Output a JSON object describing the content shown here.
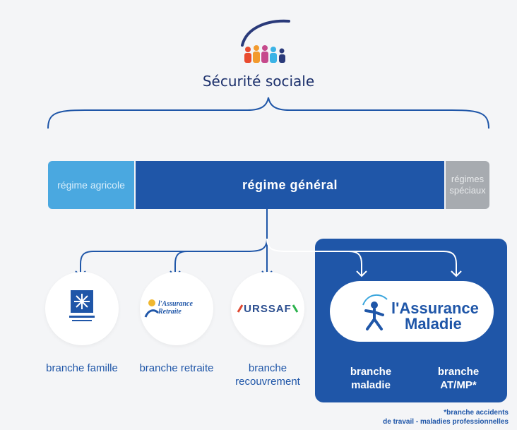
{
  "header": {
    "title": "Sécurité sociale"
  },
  "regimes": {
    "agricole": "régime agricole",
    "general": "régime général",
    "speciaux": "régimes spéciaux"
  },
  "branches": {
    "famille": "branche famille",
    "retraite": "branche retraite",
    "recouvrement": "branche recouvrement",
    "maladie": "branche maladie",
    "atmp": "branche AT/MP*"
  },
  "logos": {
    "caf": "caf-logo",
    "retraite_text": "l'Assurance Retraite",
    "urssaf_text": "URSSAF",
    "maladie_text_1": "l'Assurance",
    "maladie_text_2": "Maladie"
  },
  "footnote": {
    "line1": "*branche accidents",
    "line2": "de travail - maladies professionnelles"
  },
  "colors": {
    "navy": "#1f56a8",
    "sky": "#4aa8e0",
    "grey": "#a7abb0",
    "background": "#f4f5f7"
  },
  "icons": [
    "people-group-icon",
    "arc-swoosh-icon"
  ]
}
